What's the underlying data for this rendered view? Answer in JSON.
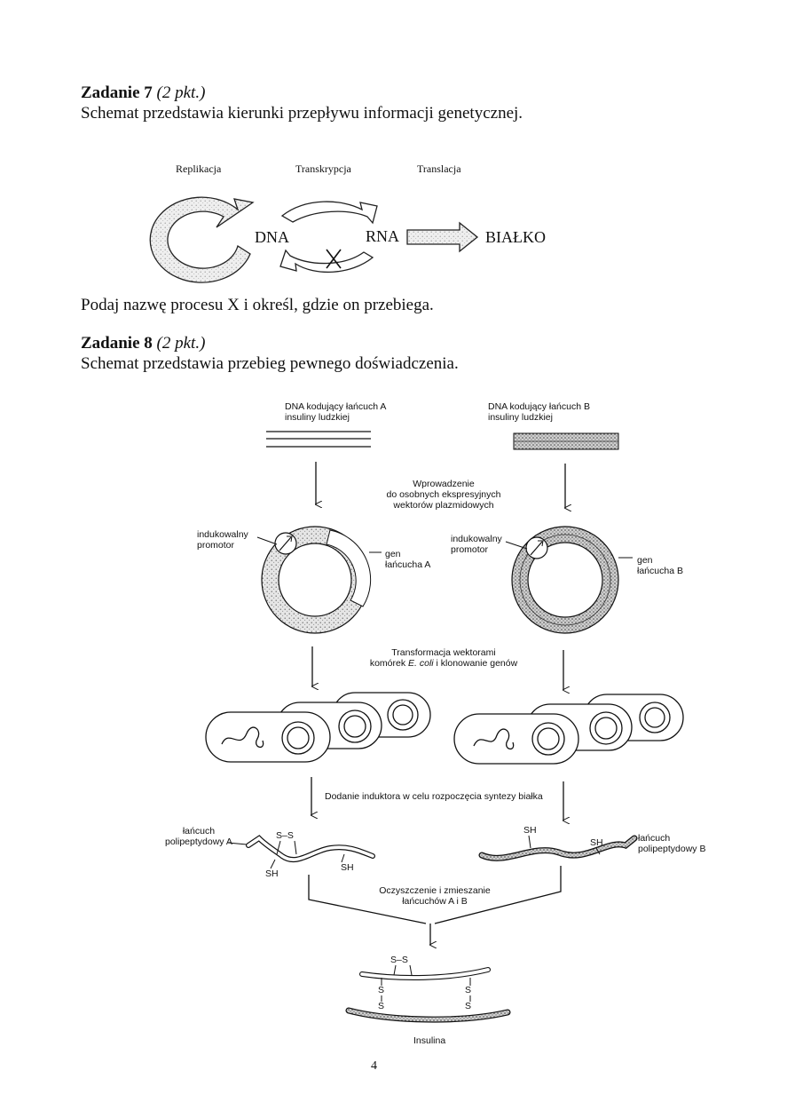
{
  "task7": {
    "title_bold": "Zadanie 7",
    "title_points": "(2 pkt.)",
    "intro": "Schemat przedstawia kierunki przepływu informacji genetycznej.",
    "diagram": {
      "label_replication": "Replikacja",
      "label_transcription": "Transkrypcja",
      "label_translation": "Translacja",
      "node_dna": "DNA",
      "node_rna": "RNA",
      "node_protein": "BIAŁKO",
      "unknown_process_mark": "X"
    },
    "question": "Podaj nazwę procesu X i określ, gdzie on przebiega."
  },
  "task8": {
    "title_bold": "Zadanie 8",
    "title_points": "(2 pkt.)",
    "intro": "Schemat przedstawia przebieg pewnego doświadczenia.",
    "diagram": {
      "dna_a_line1": "DNA kodujący łańcuch A",
      "dna_a_line2": "insuliny ludzkiej",
      "dna_b_line1": "DNA kodujący łańcuch B",
      "dna_b_line2": "insuliny ludzkiej",
      "step1_line1": "Wprowadzenie",
      "step1_line2": "do osobnych ekspresyjnych",
      "step1_line3": "wektorów plazmidowych",
      "promoter_a_line1": "indukowalny",
      "promoter_a_line2": "promotor",
      "gene_a_line1": "gen",
      "gene_a_line2": "łańcucha A",
      "promoter_b_line1": "indukowalny",
      "promoter_b_line2": "promotor",
      "gene_b_line1": "gen",
      "gene_b_line2": "łańcucha B",
      "step2_line1": "Transformacja wektorami",
      "step2_line2_pre": "komórek ",
      "step2_line2_italic": "E. coli",
      "step2_line2_post": " i klonowanie genów",
      "step3": "Dodanie induktora w celu rozpoczęcia syntezy białka",
      "chain_a_line1": "łańcuch",
      "chain_a_line2": "polipeptydowy A",
      "chain_b_line1": "łańcuch",
      "chain_b_line2": "polipeptydowy B",
      "ss_bond": "S–S",
      "sh_group": "SH",
      "s_atom": "S",
      "step4_line1": "Oczyszczenie i zmieszanie",
      "step4_line2": "łańcuchów A i B",
      "product": "Insulina"
    }
  },
  "page_number": "4"
}
